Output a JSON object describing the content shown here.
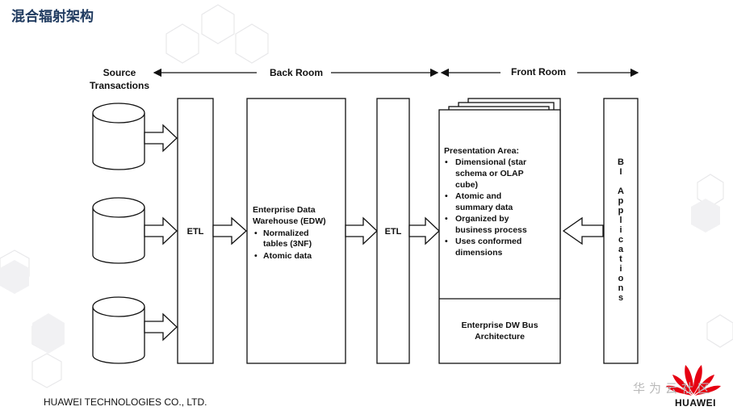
{
  "slide": {
    "title": "混合辐射架构",
    "footer": "HUAWEI TECHNOLOGIES CO., LTD."
  },
  "diagram": {
    "headers": {
      "source": [
        "Source",
        "Transactions"
      ],
      "back_room": "Back Room",
      "front_room": "Front Room"
    },
    "etl_left": "ETL",
    "edw": {
      "lines": [
        "Enterprise Data",
        "Warehouse (EDW)"
      ],
      "bullets": [
        [
          "Normalized",
          "tables (3NF)"
        ],
        [
          "Atomic data"
        ]
      ]
    },
    "etl_right": "ETL",
    "presentation": {
      "heading": "Presentation Area:",
      "bullets": [
        [
          "Dimensional (star",
          "schema or OLAP",
          "cube)"
        ],
        [
          "Atomic and",
          "summary data"
        ],
        [
          "Organized by",
          "business process"
        ],
        [
          "Uses conformed",
          "dimensions"
        ]
      ],
      "bus": [
        "Enterprise DW Bus",
        "Architecture"
      ]
    },
    "bi": [
      "B",
      "I",
      "",
      "A",
      "p",
      "p",
      "l",
      "i",
      "c",
      "a",
      "t",
      "i",
      "o",
      "n",
      "s"
    ]
  },
  "logo": {
    "chinese": "华为云社区",
    "brand": "HUAWEI",
    "brand_color": "#e60012"
  }
}
